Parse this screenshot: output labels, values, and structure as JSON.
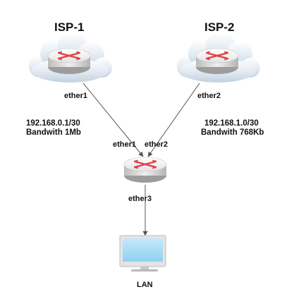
{
  "isp1": {
    "title": "ISP-1",
    "port": "ether1",
    "network": "192.168.0.1/30",
    "bandwidth": "Bandwith 1Mb"
  },
  "isp2": {
    "title": "ISP-2",
    "port": "ether2",
    "network": "192.168.1.0/30",
    "bandwidth": "Bandwith 768Kb"
  },
  "router": {
    "port_left": "ether1",
    "port_right": "ether2",
    "port_down": "ether3"
  },
  "lan": {
    "label": "LAN"
  },
  "colors": {
    "link": "#555555",
    "cloud": "#dde6ee",
    "router_top": "#f2f2f2",
    "arrow": "#e0404a",
    "screen": "#a9dcf4"
  }
}
